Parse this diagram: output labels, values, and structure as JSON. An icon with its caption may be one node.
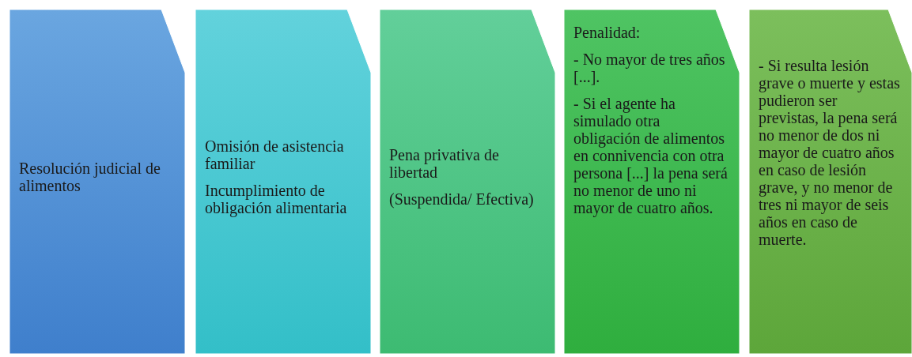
{
  "diagram": {
    "nodes": [
      {
        "text": [
          "Resolución judicial de alimentos"
        ]
      },
      {
        "text": [
          "Omisión de asistencia familiar",
          "Incumplimiento de obligación alimentaria"
        ]
      },
      {
        "text": [
          "Pena privativa de libertad",
          "(Suspendida/ Efectiva)"
        ]
      },
      {
        "text": [
          "Penalidad:",
          "- No mayor de tres años [...].",
          "- Si el agente ha simulado otra obligación de alimentos en connivencia con otra persona [...] la pena será no menor de uno ni mayor de cuatro años."
        ]
      },
      {
        "text": [
          "- Si resulta lesión grave o muerte y estas pudieron ser previstas, la pena será no menor de dos ni mayor de cuatro años en caso de lesión grave, y no menor de tres ni mayor de seis años en caso de muerte."
        ]
      }
    ],
    "edges": []
  }
}
